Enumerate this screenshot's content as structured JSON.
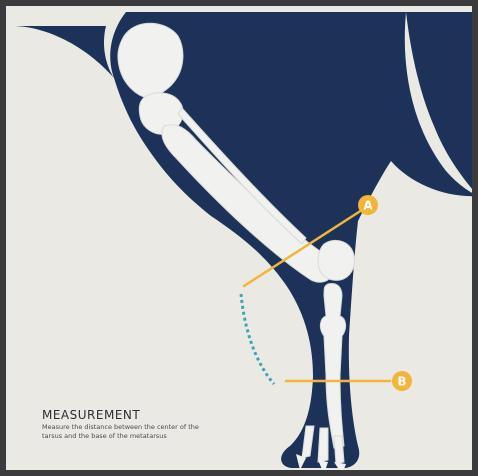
{
  "caption": {
    "title": "MEASUREMENT",
    "description": "Measure the distance between the center of the tarsus and the base of the metatarsus"
  },
  "markers": {
    "a": "A",
    "b": "B"
  },
  "colors": {
    "background": "#ebe9e4",
    "frame": "#3b3b3e",
    "leg": "#1d3259",
    "bone": "#f1f1ef",
    "accent": "#f2b43a",
    "curve": "#3aa7b5"
  }
}
